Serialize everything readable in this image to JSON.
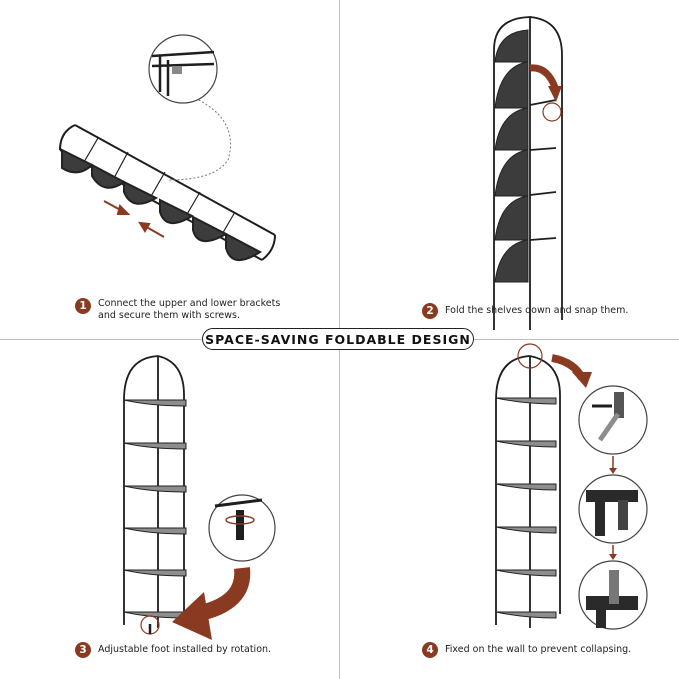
{
  "title": "SPACE-SAVING FOLDABLE DESIGN",
  "colors": {
    "accent": "#8b3a22",
    "frame": "#1e1e1e",
    "shelf": "#3c3c3c"
  },
  "steps": [
    {
      "num": "1",
      "line1": "Connect the upper and lower brackets",
      "line2": "and secure them with screws."
    },
    {
      "num": "2",
      "line1": "Fold the shelves down and snap them.",
      "line2": ""
    },
    {
      "num": "3",
      "line1": "Adjustable foot installed by rotation.",
      "line2": ""
    },
    {
      "num": "4",
      "line1": "Fixed on the wall to prevent collapsing.",
      "line2": ""
    }
  ]
}
